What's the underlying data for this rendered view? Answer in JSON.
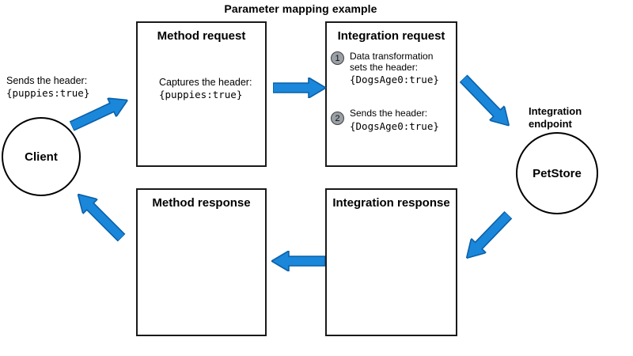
{
  "title": "Parameter mapping example",
  "colors": {
    "background": "#ffffff",
    "box_border": "#1a1a1a",
    "arrow_fill": "#1b87db",
    "arrow_stroke": "#0a60a8",
    "step_circle_fill": "#9aa0a5",
    "step_circle_border": "#404040"
  },
  "client": {
    "label": "Client",
    "annotation": {
      "text": "Sends the header:",
      "code": "{puppies:true}"
    }
  },
  "boxes": {
    "method_request": {
      "title": "Method request",
      "body_text": "Captures the header:",
      "body_code": "{puppies:true}"
    },
    "integration_request": {
      "title": "Integration request",
      "steps": [
        {
          "number": "1",
          "line1": "Data transformation",
          "line2": "sets the header:",
          "code": "{DogsAge0:true}"
        },
        {
          "number": "2",
          "line1": "Sends the header:",
          "code": "{DogsAge0:true}"
        }
      ]
    },
    "method_response": {
      "title": "Method response"
    },
    "integration_response": {
      "title": "Integration response"
    }
  },
  "endpoint": {
    "label_line1": "Integration",
    "label_line2": "endpoint",
    "circle_label": "PetStore"
  }
}
